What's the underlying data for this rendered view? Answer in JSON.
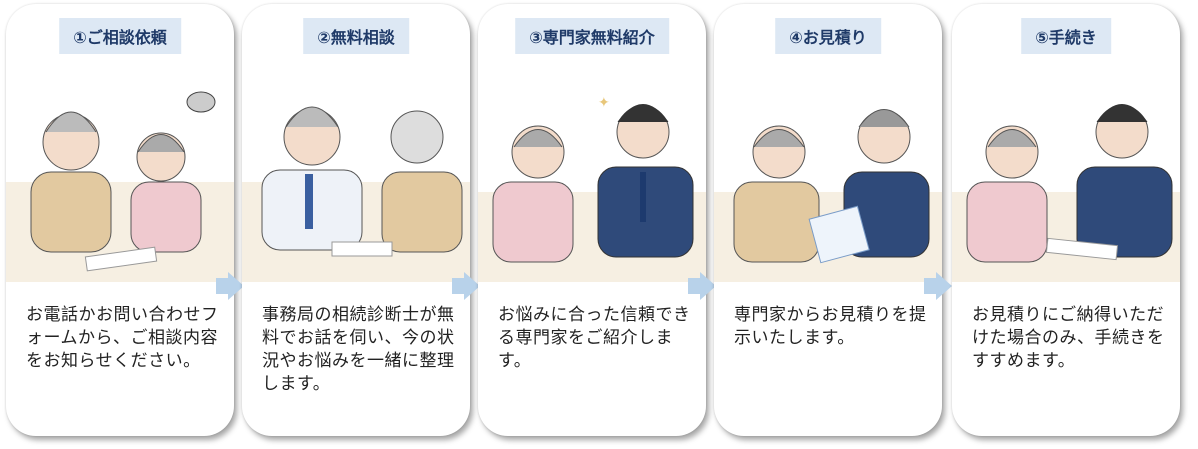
{
  "steps": [
    {
      "title": "①ご相談依頼",
      "description": "お電話かお問い合わせフォームから、ご相談内容をお知らせください。",
      "illustration": "elderly-couple-on-phone"
    },
    {
      "title": "②無料相談",
      "description": "事務局の相続診断士が無料でお話を伺い、今の状況やお悩みを一緒に整理します。",
      "illustration": "advisor-with-headset-consultation"
    },
    {
      "title": "③専門家無料紹介",
      "description": "お悩みに合った信頼できる専門家をご紹介します。",
      "illustration": "expert-introduction"
    },
    {
      "title": "④お見積り",
      "description": "専門家からお見積りを提示いたします。",
      "illustration": "estimate-presentation"
    },
    {
      "title": "⑤手続き",
      "description": "お見積りにご納得いただけた場合のみ、手続きをすすめます。",
      "illustration": "signing-documents"
    }
  ],
  "colors": {
    "title_bg": "#dde8f4",
    "title_text": "#1f3a68",
    "arrow": "#b8d2ea"
  }
}
